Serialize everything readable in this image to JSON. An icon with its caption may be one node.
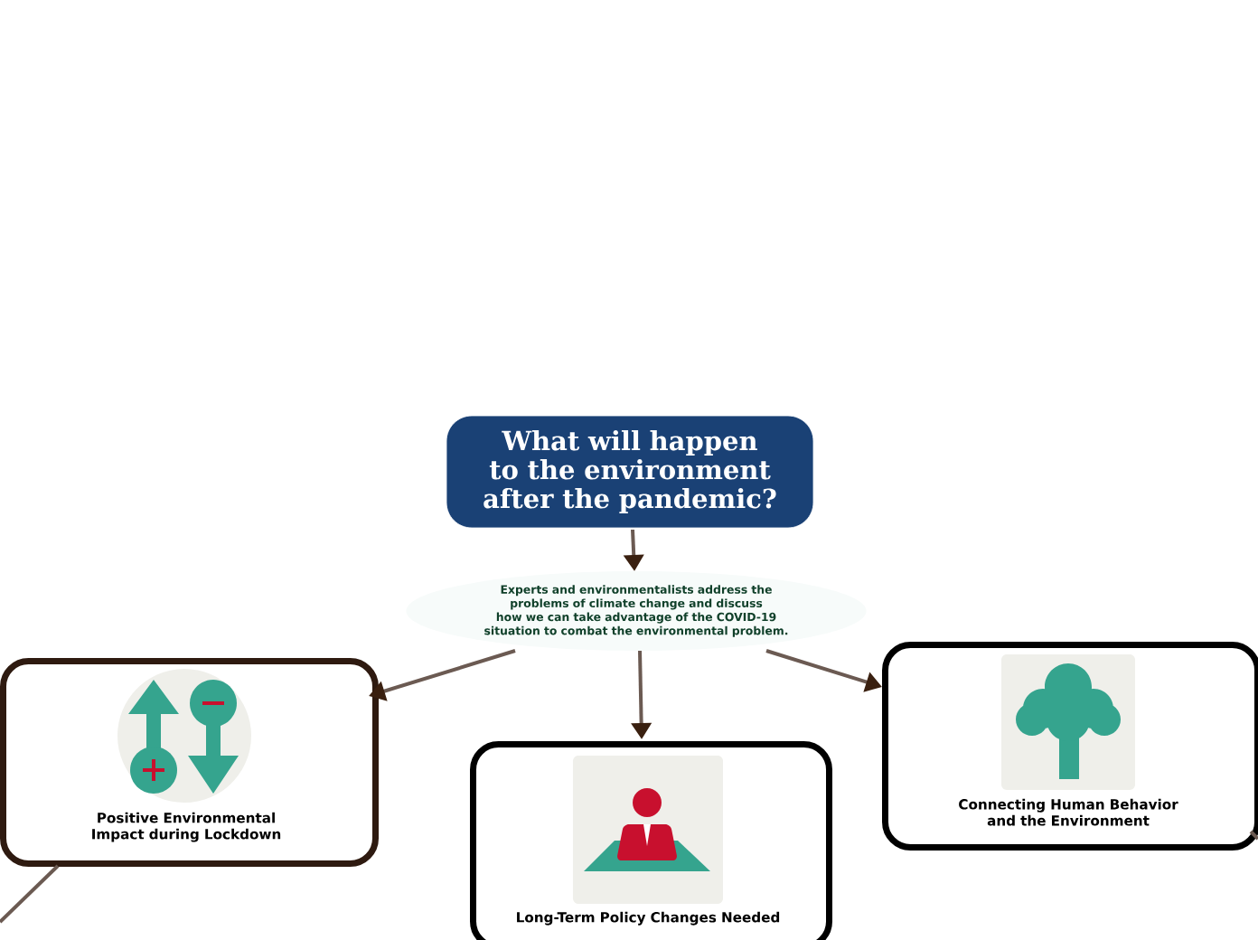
{
  "diagram": {
    "nodes": [
      {
        "text": [
          "What will happen to the environment after the pandemic?"
        ]
      },
      {
        "text": [
          "Experts and environmentalists address the problems of climate change and discuss how we can take advantage of the COVID-19 situation to combat the environmental problem."
        ]
      },
      {
        "text": [
          "Positive Environmental Impact during Lockdown"
        ]
      },
      {
        "text": [
          "Long-Term Policy Changes Needed"
        ]
      },
      {
        "text": [
          "Connecting Human Behavior and the Environment"
        ]
      }
    ],
    "edges": [
      {
        "from": 0,
        "to": 1,
        "arrow": "to"
      },
      {
        "from": 1,
        "to": 2,
        "arrow": "to"
      },
      {
        "from": 1,
        "to": 3,
        "arrow": "to"
      },
      {
        "from": 1,
        "to": 4,
        "arrow": "to"
      },
      {
        "from": 2,
        "to": null,
        "arrow": "none"
      },
      {
        "from": 4,
        "to": null,
        "arrow": "none"
      }
    ]
  }
}
